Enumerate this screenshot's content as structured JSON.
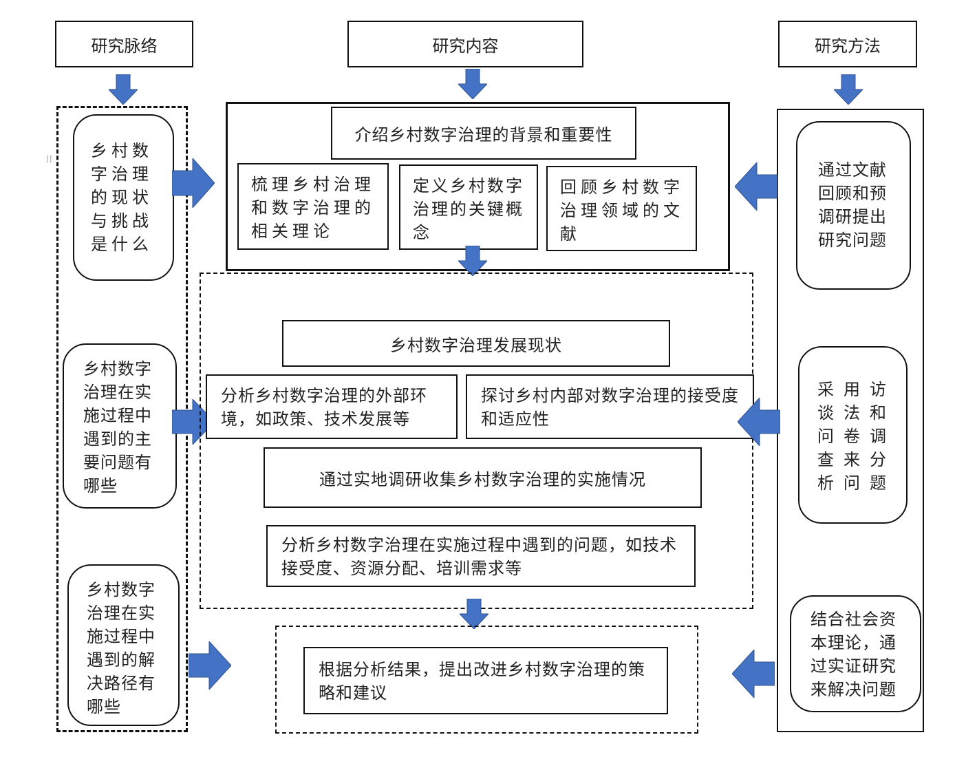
{
  "headers": {
    "context": "研究脉络",
    "content": "研究内容",
    "method": "研究方法"
  },
  "left_column": {
    "q1": "乡村数字治理的现状与挑战是什么",
    "q2": "乡村数字治理在实施过程中遇到的主要问题有哪些",
    "q3": "乡村数字治理在实施过程中遇到的解决路径有哪些"
  },
  "content_section1": {
    "title": "介绍乡村数字治理的背景和重要性",
    "item1": "梳理乡村治理和数字治理的相关理论",
    "item2": "定义乡村数字治理的关键概念",
    "item3": "回顾乡村数字治理领域的文献"
  },
  "content_section2": {
    "title": "乡村数字治理发展现状",
    "left": "分析乡村数字治理的外部环境，如政策、技术发展等",
    "right": "探讨乡村内部对数字治理的接受度和适应性",
    "fieldwork": "通过实地调研收集乡村数字治理的实施情况",
    "problems": "分析乡村数字治理在实施过程中遇到的问题，如技术接受度、资源分配、培训需求等"
  },
  "content_section3": {
    "proposal": "根据分析结果，提出改进乡村数字治理的策略和建议"
  },
  "right_column": {
    "m1": "通过文献回顾和预调研提出研究问题",
    "m2": "采用访谈法和问卷调查来分析问题",
    "m3": "结合社会资本理论，通过实证研究来解决问题"
  },
  "colors": {
    "arrow": "#4472c4",
    "border": "#111111"
  }
}
